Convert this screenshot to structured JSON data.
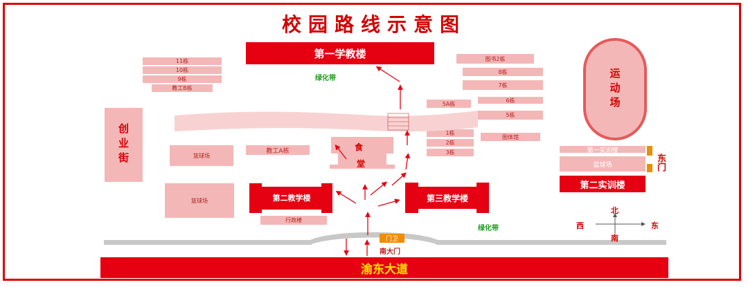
{
  "title": "校园路线示意图",
  "buildings": {
    "teaching1": "第一学教楼",
    "teaching2": "第二教学楼",
    "teaching3": "第三教学楼",
    "canteen_top": "食",
    "canteen_bottom": "堂",
    "street": "创业街",
    "stadium": "运动场",
    "training2": "第二实训楼",
    "training1_faint": "第一实训楼",
    "east_gate": "东门",
    "gate_guard": "门卫",
    "south_gate": "南大门",
    "road": "渝东大道",
    "staff_a": "教工A栋",
    "admin": "行政楼"
  },
  "labels": {
    "green_belt_1": "绿化带",
    "green_belt_2": "绿化带"
  },
  "left_stack": [
    "11栋",
    "10栋",
    "9栋",
    "教工B栋"
  ],
  "right_stack": [
    "图书2栋",
    "8栋",
    "7栋"
  ],
  "mid_stack": [
    "1栋",
    "2栋",
    "3栋"
  ],
  "small_labels": {
    "five_a": "5A栋",
    "six": "6栋",
    "five": "5栋",
    "gym": "图体馆",
    "left_block_1": "篮球场",
    "left_block_2": "篮球场",
    "court": "篮球场"
  },
  "compass": {
    "north": "北",
    "south": "南",
    "east": "东",
    "west": "西"
  },
  "colors": {
    "primary_red": "#e50012",
    "pink": "#f4b7b7",
    "light_pink": "#f8d2d2",
    "green_text": "#1d9e1d",
    "gate_orange": "#f08c00",
    "road_text_yellow": "#ffe600"
  }
}
